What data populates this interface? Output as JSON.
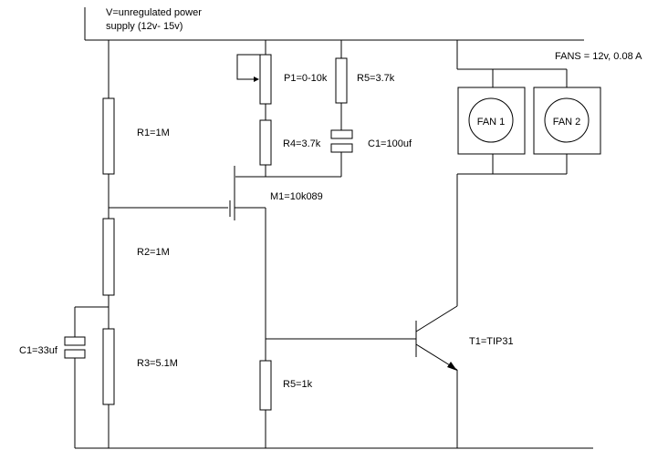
{
  "supply": {
    "line1": "V=unregulated power",
    "line2": "supply (12v- 15v)"
  },
  "fans_note": "FANS = 12v, 0.08 A",
  "components": {
    "p1": "P1=0-10k",
    "r5_top": "R5=3.7k",
    "r1": "R1=1M",
    "r4": "R4=3.7k",
    "c1_top": "C1=100uf",
    "m1": "M1=10k089",
    "r2": "R2=1M",
    "c1_left": "C1=33uf",
    "r3": "R3=5.1M",
    "r5_bottom": "R5=1k",
    "t1": "T1=TIP31"
  },
  "fans": {
    "fan1": "FAN 1",
    "fan2": "FAN 2"
  }
}
